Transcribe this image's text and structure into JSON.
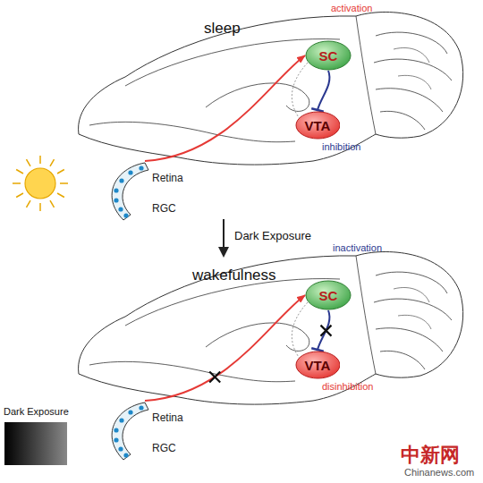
{
  "diagram": {
    "nodes": [
      {
        "text": [
          "Retina",
          "RGC"
        ]
      },
      {
        "text": [
          "SC"
        ]
      },
      {
        "text": [
          "VTA"
        ]
      },
      {
        "text": [
          "Retina",
          "RGC"
        ]
      },
      {
        "text": [
          "SC"
        ]
      },
      {
        "text": [
          "VTA"
        ]
      }
    ],
    "edges": [
      {
        "from": 0,
        "to": 1,
        "arrow": "to"
      },
      {
        "from": 1,
        "to": 2,
        "arrow": "to"
      },
      {
        "from": 3,
        "to": 4,
        "arrow": "to"
      },
      {
        "from": 4,
        "to": 5,
        "arrow": "to"
      }
    ],
    "labels": [
      "sleep",
      "activation",
      "inhibition",
      "Dark Exposure",
      "wakefulness",
      "inactivation",
      "disinhibition",
      "Dark Exposure",
      "中新网",
      "Chinanews.com"
    ]
  }
}
